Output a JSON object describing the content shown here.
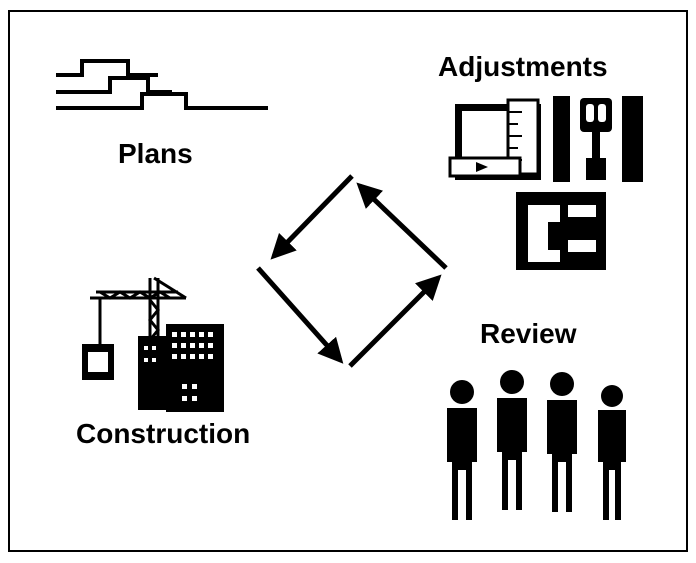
{
  "diagram": {
    "labels": {
      "plans": "Plans",
      "adjustments": "Adjustments",
      "construction": "Construction",
      "review": "Review"
    },
    "cycle": [
      "Plans",
      "Construction",
      "Review",
      "Adjustments"
    ],
    "icons": {
      "plans": "blueprint-lines-icon",
      "adjustments": "tools-and-gauges-icon",
      "construction": "crane-and-buildings-icon",
      "review": "people-group-icon"
    },
    "colors": {
      "ink": "#000000",
      "background": "#ffffff"
    }
  }
}
